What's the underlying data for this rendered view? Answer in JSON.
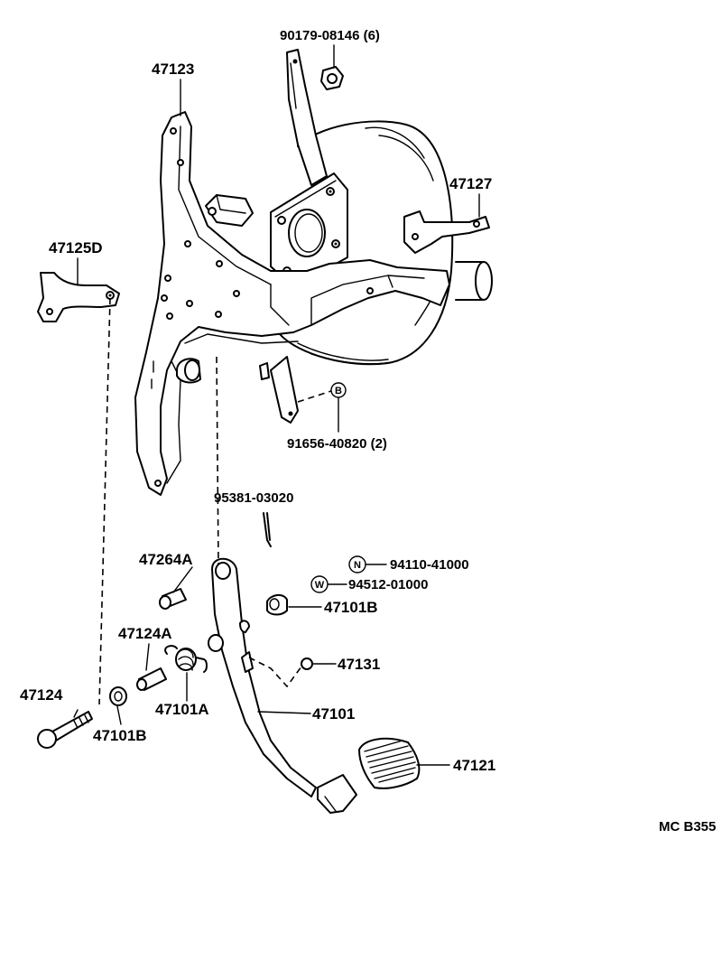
{
  "diagram": {
    "part_labels": {
      "p90179": "90179-08146 (6)",
      "p47123": "47123",
      "p47127": "47127",
      "p47125D": "47125D",
      "p91656": "91656-40820 (2)",
      "p95381": "95381-03020",
      "p47264A": "47264A",
      "p94110": "94110-41000",
      "p94512": "94512-01000",
      "p47101B_top": "47101B",
      "p47124A": "47124A",
      "p47131": "47131",
      "p47124": "47124",
      "p47101A": "47101A",
      "p47101": "47101",
      "p47101B_bottom": "47101B",
      "p47121": "47121"
    },
    "callout_codes": {
      "B": "B",
      "N": "N",
      "W": "W"
    },
    "diagram_code": "MC B355"
  }
}
